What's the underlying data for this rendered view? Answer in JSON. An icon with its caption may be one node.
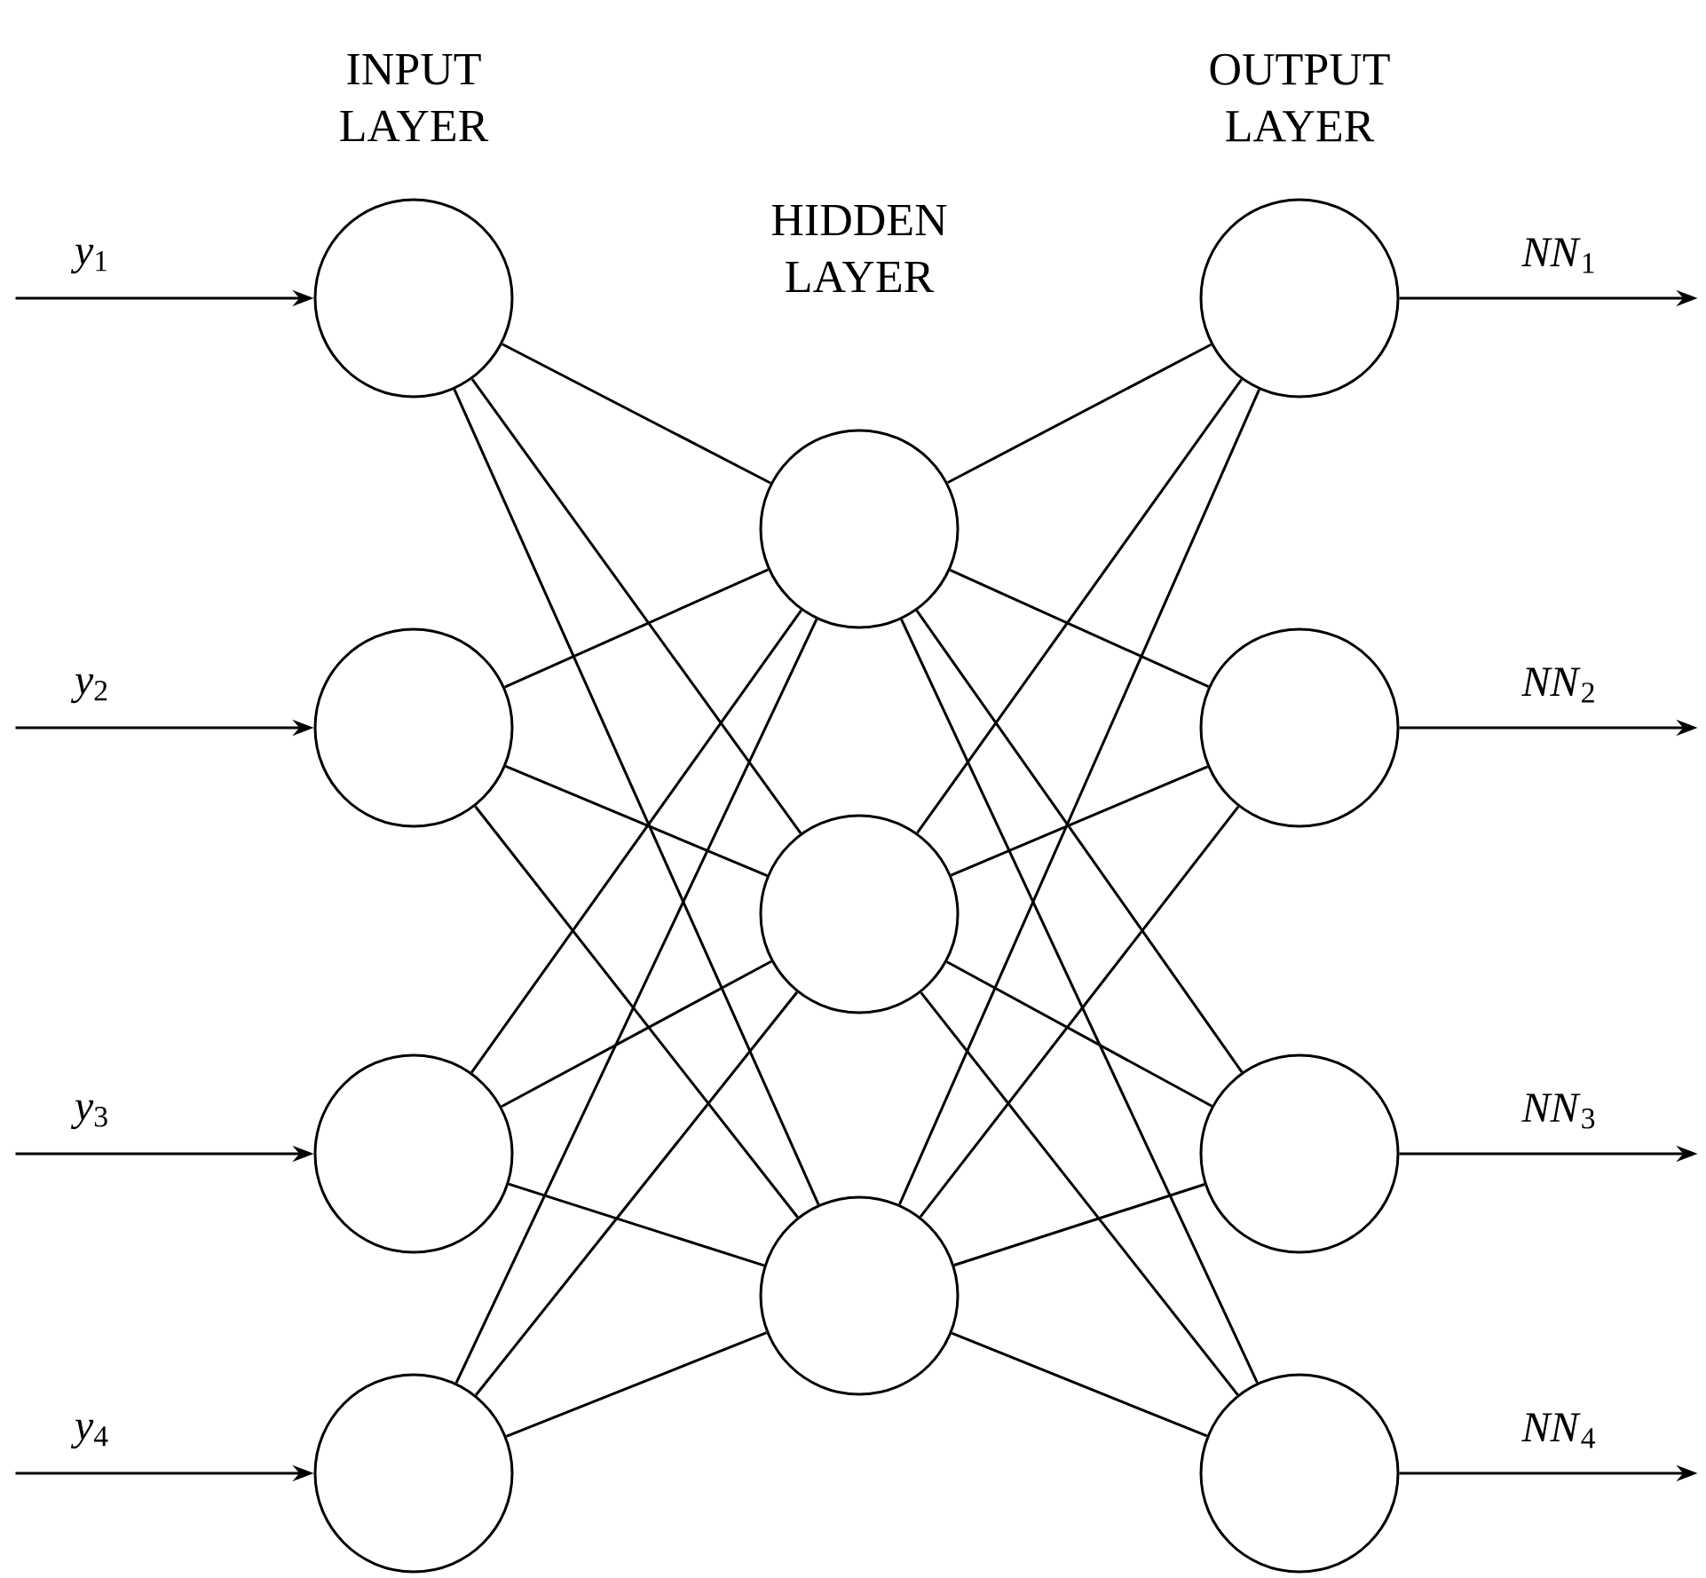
{
  "diagram": {
    "nodes": [
      {
        "text": [],
        "shape": "circle"
      },
      {
        "text": [],
        "shape": "circle"
      },
      {
        "text": [],
        "shape": "circle"
      },
      {
        "text": [],
        "shape": "circle"
      },
      {
        "text": [],
        "shape": "circle"
      },
      {
        "text": [],
        "shape": "circle"
      },
      {
        "text": [],
        "shape": "circle"
      },
      {
        "text": [],
        "shape": "circle"
      },
      {
        "text": [],
        "shape": "circle"
      },
      {
        "text": [],
        "shape": "circle"
      },
      {
        "text": [],
        "shape": "circle"
      }
    ],
    "edges": [
      {
        "from": null,
        "to": 0,
        "arrow": "to",
        "label": "*y*$_{1}$"
      },
      {
        "from": null,
        "to": 1,
        "arrow": "to",
        "label": "*y*$_{2}$"
      },
      {
        "from": null,
        "to": 2,
        "arrow": "to",
        "label": "*y*$_{3}$"
      },
      {
        "from": null,
        "to": 3,
        "arrow": "to",
        "label": "*y*$_{4}$"
      },
      {
        "from": 0,
        "to": 4,
        "arrow": "none"
      },
      {
        "from": 0,
        "to": 5,
        "arrow": "none"
      },
      {
        "from": 0,
        "to": 6,
        "arrow": "none"
      },
      {
        "from": 1,
        "to": 4,
        "arrow": "none"
      },
      {
        "from": 1,
        "to": 5,
        "arrow": "none"
      },
      {
        "from": 1,
        "to": 6,
        "arrow": "none"
      },
      {
        "from": 2,
        "to": 4,
        "arrow": "none"
      },
      {
        "from": 2,
        "to": 5,
        "arrow": "none"
      },
      {
        "from": 2,
        "to": 6,
        "arrow": "none"
      },
      {
        "from": 3,
        "to": 4,
        "arrow": "none"
      },
      {
        "from": 3,
        "to": 5,
        "arrow": "none"
      },
      {
        "from": 3,
        "to": 6,
        "arrow": "none"
      },
      {
        "from": 4,
        "to": 7,
        "arrow": "none"
      },
      {
        "from": 4,
        "to": 8,
        "arrow": "none"
      },
      {
        "from": 4,
        "to": 9,
        "arrow": "none"
      },
      {
        "from": 4,
        "to": 10,
        "arrow": "none"
      },
      {
        "from": 5,
        "to": 7,
        "arrow": "none"
      },
      {
        "from": 5,
        "to": 8,
        "arrow": "none"
      },
      {
        "from": 5,
        "to": 9,
        "arrow": "none"
      },
      {
        "from": 5,
        "to": 10,
        "arrow": "none"
      },
      {
        "from": 6,
        "to": 7,
        "arrow": "none"
      },
      {
        "from": 6,
        "to": 8,
        "arrow": "none"
      },
      {
        "from": 6,
        "to": 9,
        "arrow": "none"
      },
      {
        "from": 6,
        "to": 10,
        "arrow": "none"
      },
      {
        "from": 7,
        "to": null,
        "arrow": "to",
        "label": "*NN*$_{1}$"
      },
      {
        "from": 8,
        "to": null,
        "arrow": "to",
        "label": "*NN*$_{2}$"
      },
      {
        "from": 9,
        "to": null,
        "arrow": "to",
        "label": "*NN*$_{3}$"
      },
      {
        "from": 10,
        "to": null,
        "arrow": "to",
        "label": "*NN*$_{4}$"
      }
    ],
    "labels": [
      "INPUT LAYER",
      "HIDDEN LAYER",
      "OUTPUT LAYER"
    ]
  }
}
